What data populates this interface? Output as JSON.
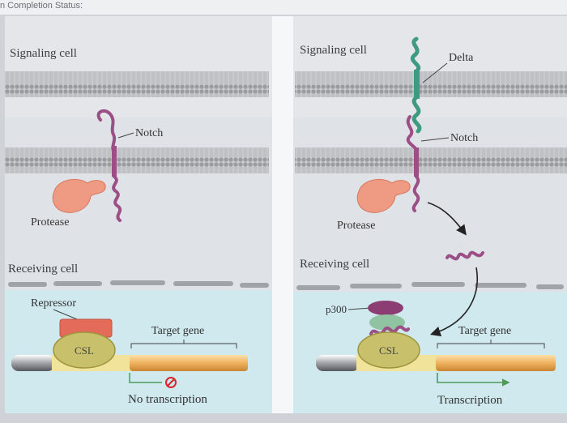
{
  "header": {
    "completion_status": "n Completion Status:"
  },
  "left_panel": {
    "signaling_cell": "Signaling cell",
    "notch": "Notch",
    "protease": "Protease",
    "receiving_cell": "Receiving cell",
    "repressor": "Repressor",
    "target_gene": "Target gene",
    "csl": "CSL",
    "no_transcription": "No transcription"
  },
  "right_panel": {
    "signaling_cell": "Signaling cell",
    "delta": "Delta",
    "notch": "Notch",
    "protease": "Protease",
    "receiving_cell": "Receiving cell",
    "p300": "p300",
    "target_gene": "Target gene",
    "csl": "CSL",
    "transcription": "Transcription"
  },
  "colors": {
    "cytoplasm_upper": "#dfe3e7",
    "cytoplasm_lower": "#cfe9ee",
    "notch": "#9c4f86",
    "delta": "#3f9a83",
    "protease": "#ef9a83",
    "repressor": "#e46b59",
    "csl": "#c8c06a",
    "gene_bar": "#f0b25e",
    "p300": "#8c3d72",
    "coactivator": "#8fc3a1"
  }
}
